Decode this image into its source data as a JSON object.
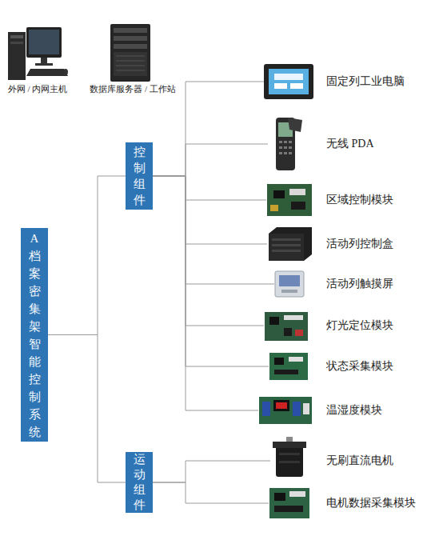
{
  "diagram": {
    "nodes": [
      {
        "text": [
          "A档案密集架智能控制系统"
        ]
      },
      {
        "text": [
          "控制组件"
        ]
      },
      {
        "text": [
          "固定列工业电脑"
        ]
      },
      {
        "text": [
          "无线 PDA"
        ]
      },
      {
        "text": [
          "区域控制模块"
        ]
      },
      {
        "text": [
          "活动列控制盒"
        ]
      },
      {
        "text": [
          "活动列触摸屏"
        ]
      },
      {
        "text": [
          "灯光定位模块"
        ]
      },
      {
        "text": [
          "状态采集模块"
        ]
      },
      {
        "text": [
          "温湿度模块"
        ]
      },
      {
        "text": [
          "运动组件"
        ]
      },
      {
        "text": [
          "无刷直流电机"
        ]
      },
      {
        "text": [
          "电机数据采集模块"
        ]
      }
    ],
    "edges": [
      {
        "from": 0,
        "to": 1,
        "arrow": "none"
      },
      {
        "from": 0,
        "to": 10,
        "arrow": "none"
      },
      {
        "from": 1,
        "to": 2,
        "arrow": "none"
      },
      {
        "from": 1,
        "to": 3,
        "arrow": "none"
      },
      {
        "from": 1,
        "to": 4,
        "arrow": "none"
      },
      {
        "from": 1,
        "to": 5,
        "arrow": "none"
      },
      {
        "from": 1,
        "to": 6,
        "arrow": "none"
      },
      {
        "from": 1,
        "to": 7,
        "arrow": "none"
      },
      {
        "from": 1,
        "to": 8,
        "arrow": "none"
      },
      {
        "from": 1,
        "to": 9,
        "arrow": "none"
      },
      {
        "from": 10,
        "to": 11,
        "arrow": "none"
      },
      {
        "from": 10,
        "to": 12,
        "arrow": "none"
      }
    ],
    "labels": [
      "外网 / 内网主机",
      "数据库服务器 / 工作站"
    ]
  }
}
